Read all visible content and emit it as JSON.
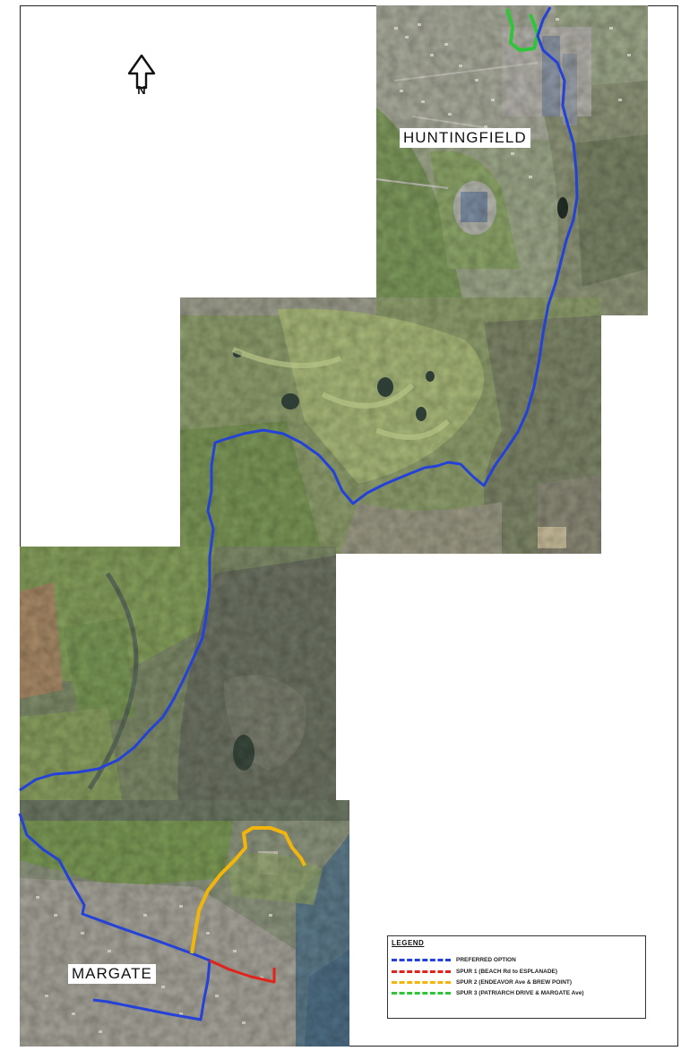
{
  "map": {
    "places": {
      "huntingfield": "HUNTINGFIELD",
      "margate": "MARGATE"
    },
    "north_arrow_label": "N",
    "legend": {
      "title": "LEGEND",
      "items": [
        {
          "label": "PREFERRED OPTION",
          "color": "#2442d8"
        },
        {
          "label": "SPUR 1 (BEACH Rd to ESPLANADE)",
          "color": "#e0241c"
        },
        {
          "label": "SPUR 2 (ENDEAVOR Ave & BREW POINT)",
          "color": "#f2b50c"
        },
        {
          "label": "SPUR 3 (PATRIARCH DRIVE & MARGATE Ave)",
          "color": "#30c43a"
        }
      ]
    }
  }
}
